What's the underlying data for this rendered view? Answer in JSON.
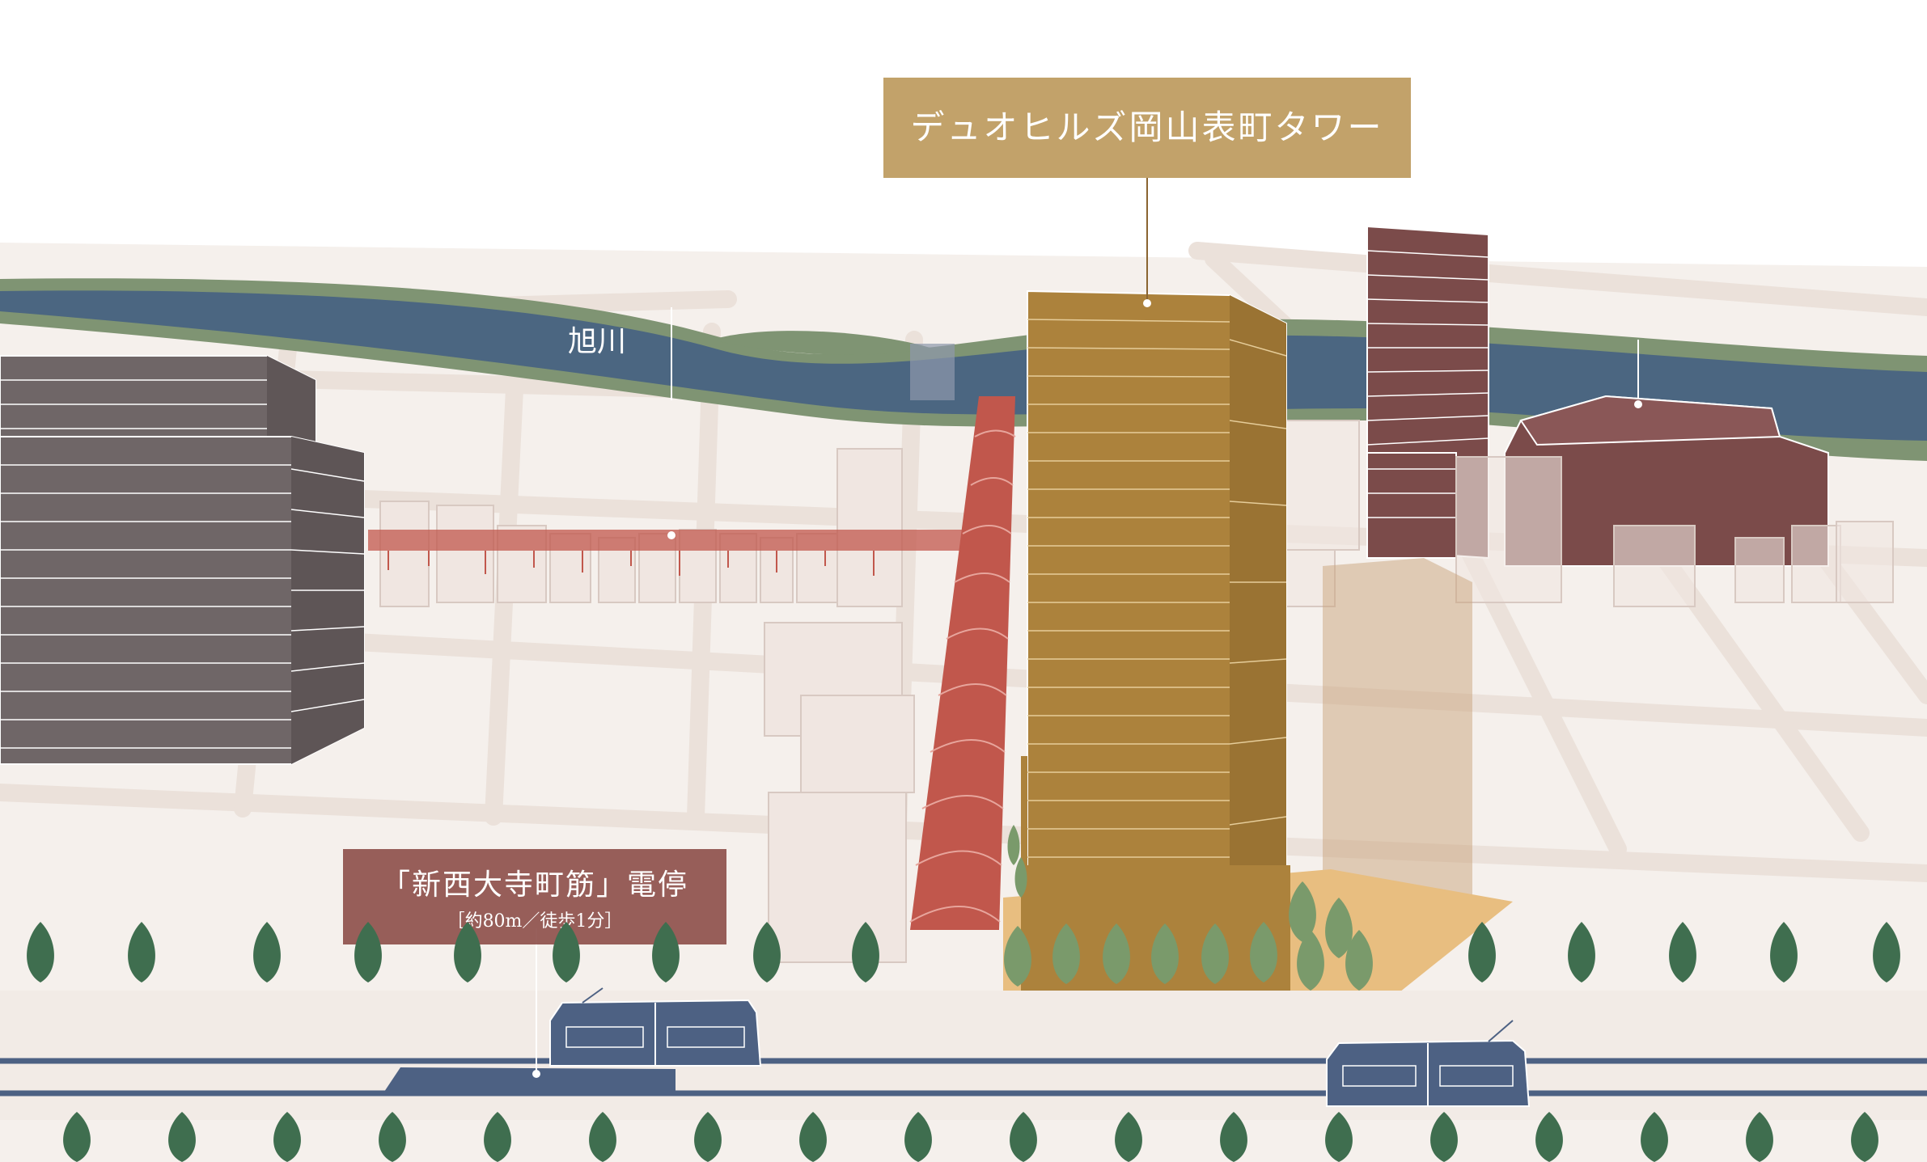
{
  "labels": {
    "tower_name": "デュオヒルズ岡山表町タワー",
    "river_name": "旭川",
    "station_name": "「新西大寺町筋」電停",
    "station_distance": "［約80m／徒歩1分］"
  },
  "colors": {
    "background": "#f3ede8",
    "road": "#e9ded6",
    "river_water": "#4b6681",
    "river_bank": "#7f9473",
    "tower": "#ac823c",
    "tower_label": "#c2a26a",
    "dark_building": "#6f6667",
    "maroon_building": "#7b4b4a",
    "arcade_red": "#c1574c",
    "station_label": "#86443f",
    "tram_blue": "#4d6183",
    "tree_green": "#3f6e4f",
    "tree_light": "#7a9a6b"
  }
}
